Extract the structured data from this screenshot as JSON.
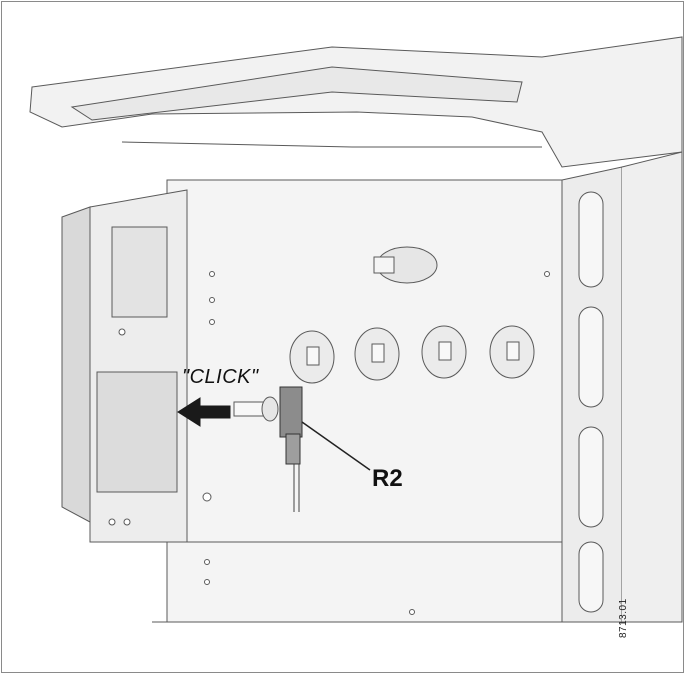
{
  "labels": {
    "click": "\"CLICK\"",
    "component": "R2",
    "figure_code": "8713.01"
  },
  "colors": {
    "line": "#5a5a5a",
    "panel": "#f0f0f0",
    "shade": "#d6d6d6",
    "arrow": "#1a1a1a",
    "sensor": "#8c8c8c"
  }
}
